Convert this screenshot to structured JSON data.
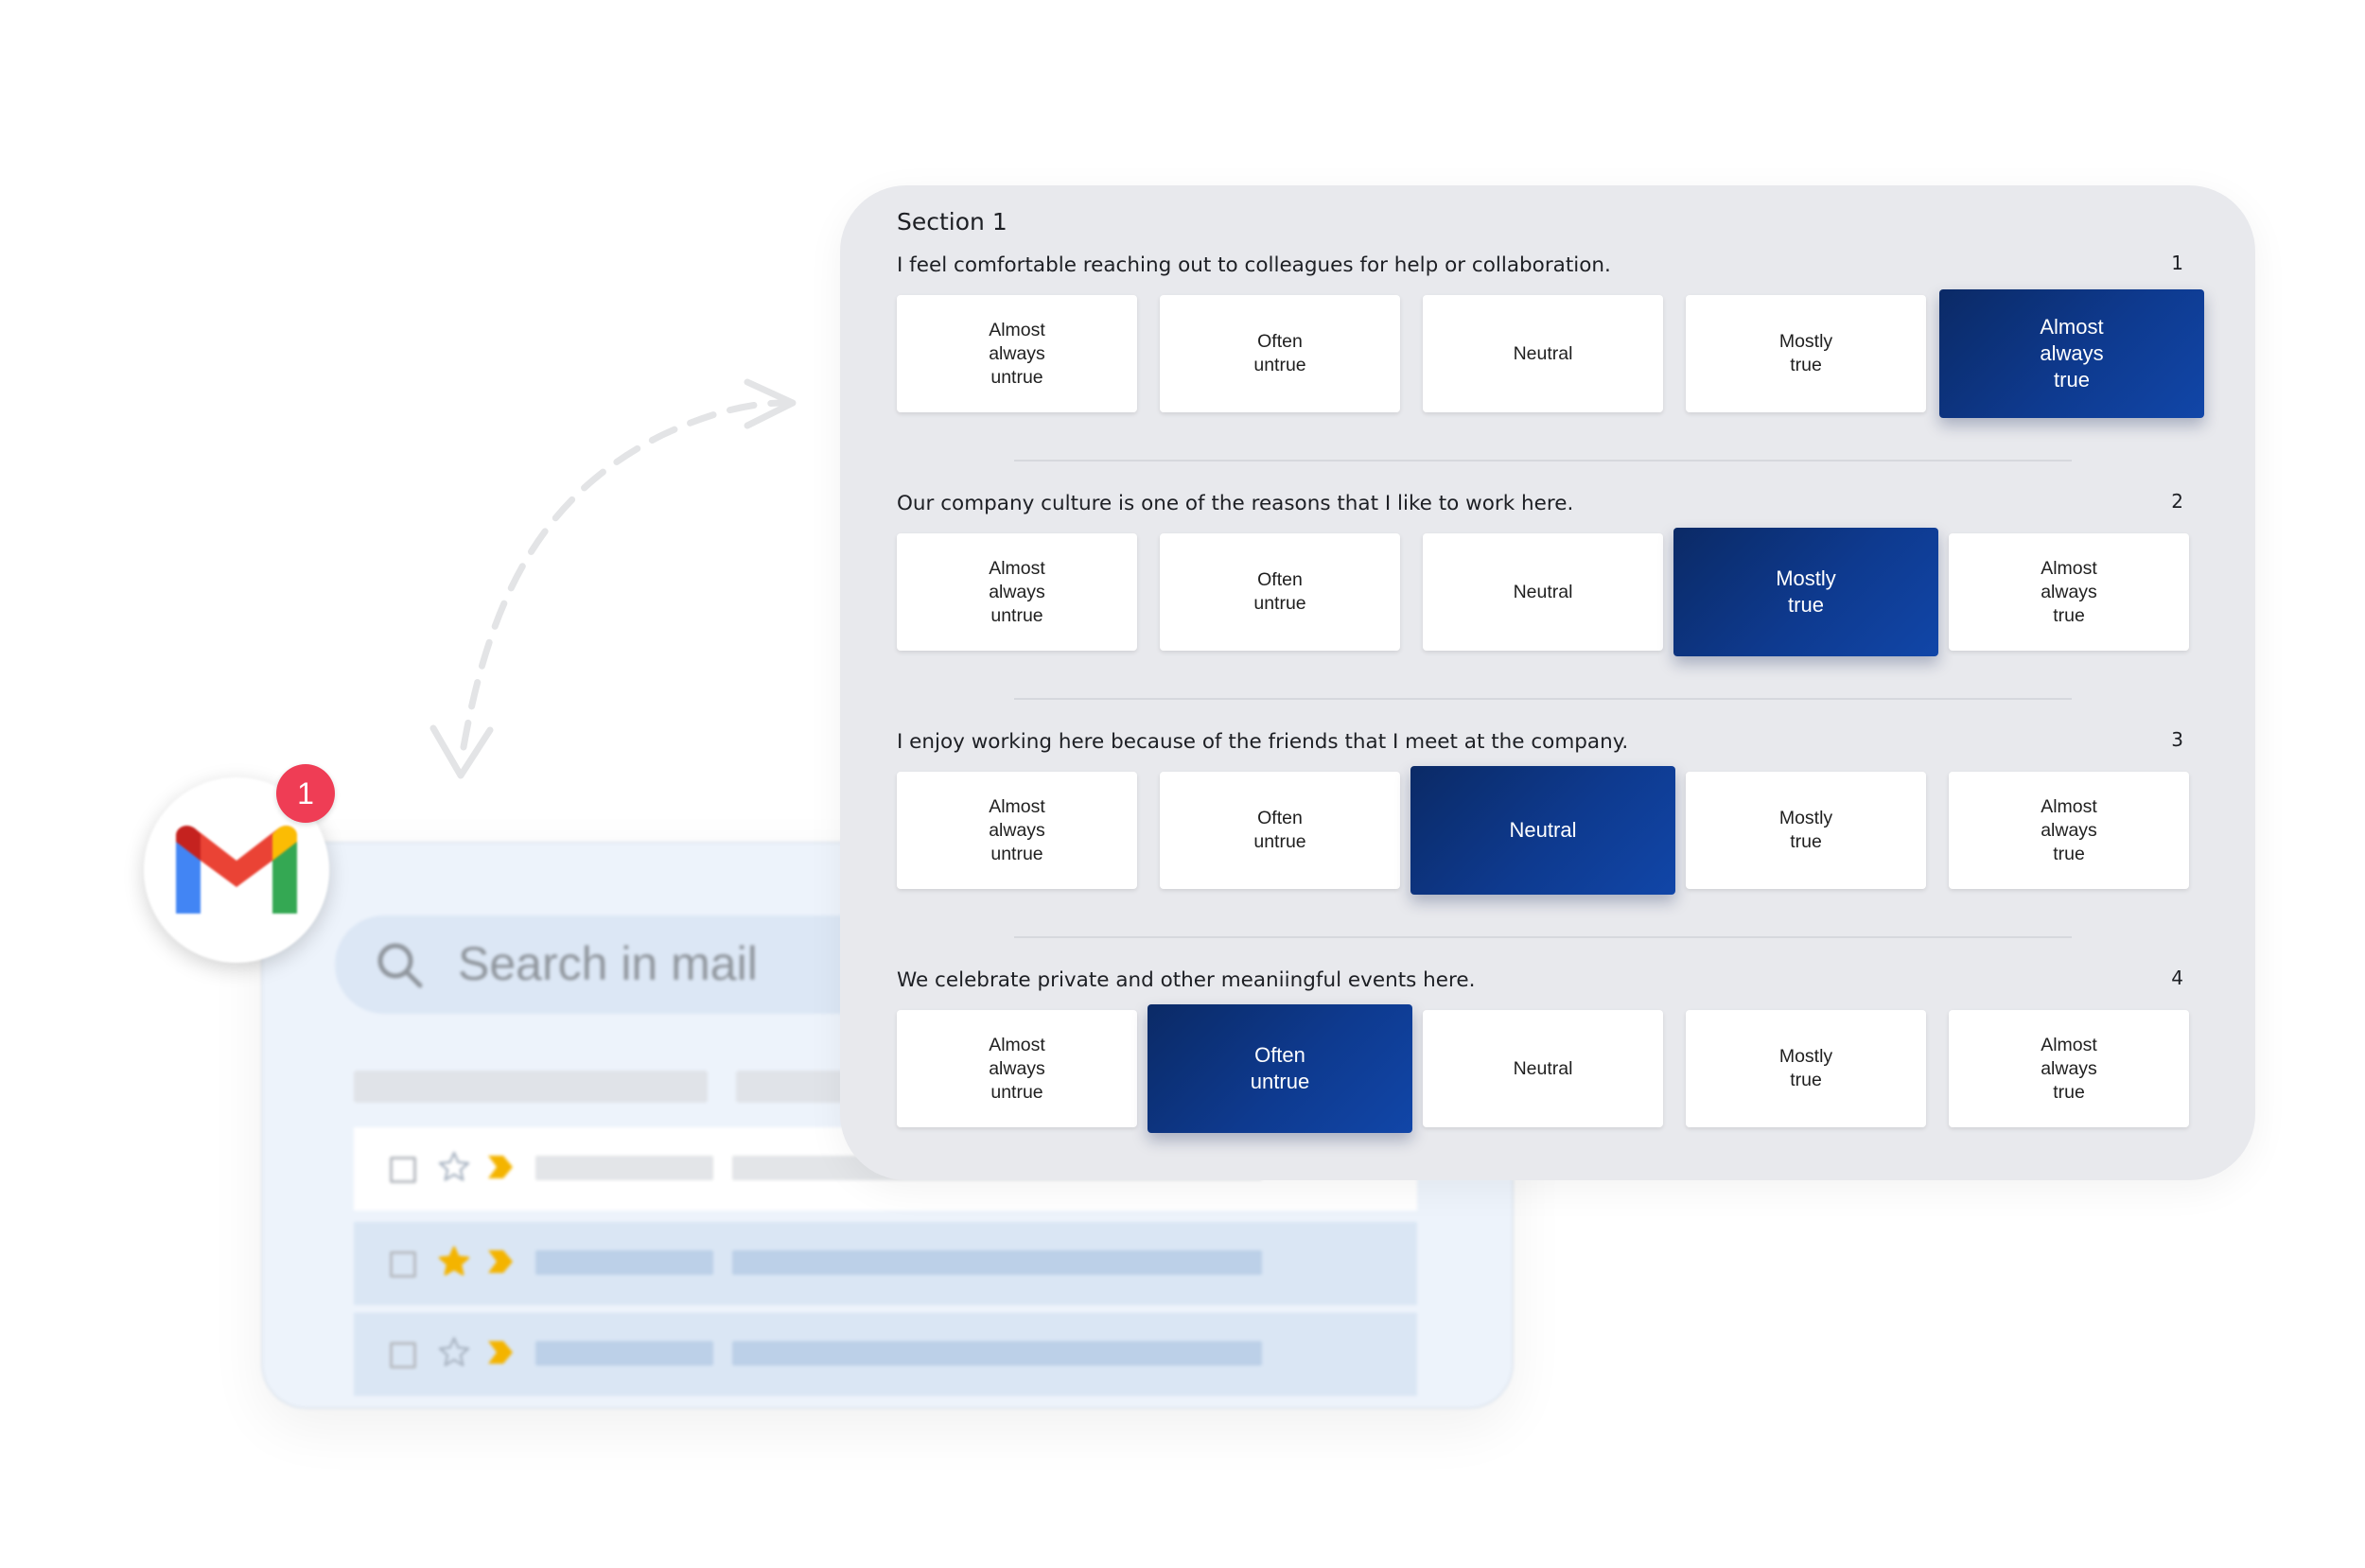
{
  "gmail": {
    "search_placeholder": "Search in mail",
    "notification_count": "1",
    "rows": [
      {
        "starred": false,
        "bg": "#ffffff",
        "bar_color": "#e3e5e8"
      },
      {
        "starred": true,
        "bg": "#dae6f4",
        "bar_color": "#bcd0e8"
      },
      {
        "starred": false,
        "bg": "#dae6f4",
        "bar_color": "#bcd0e8"
      }
    ]
  },
  "survey": {
    "section_title": "Section 1",
    "questions": [
      {
        "number": "1",
        "text": "I feel comfortable reaching out to colleagues for help or collaboration.",
        "selected_index": 4,
        "options": [
          "Almost always untrue",
          "Often untrue",
          "Neutral",
          "Mostly true",
          "Almost always true"
        ]
      },
      {
        "number": "2",
        "text": "Our company culture is one of the reasons that I like to work here.",
        "selected_index": 3,
        "options": [
          "Almost always untrue",
          "Often untrue",
          "Neutral",
          "Mostly true",
          "Almost always true"
        ]
      },
      {
        "number": "3",
        "text": "I enjoy working here because of the friends that I meet at the company.",
        "selected_index": 2,
        "options": [
          "Almost always untrue",
          "Often untrue",
          "Neutral",
          "Mostly true",
          "Almost always true"
        ]
      },
      {
        "number": "4",
        "text": "We celebrate private and other meaniingful events here.",
        "selected_index": 1,
        "options": [
          "Almost always untrue",
          "Often untrue",
          "Neutral",
          "Mostly true",
          "Almost always true"
        ]
      }
    ],
    "colors": {
      "selected": "#0e3a8f",
      "card_bg": "#e8e9ed",
      "badge": "#ef3d55"
    }
  }
}
